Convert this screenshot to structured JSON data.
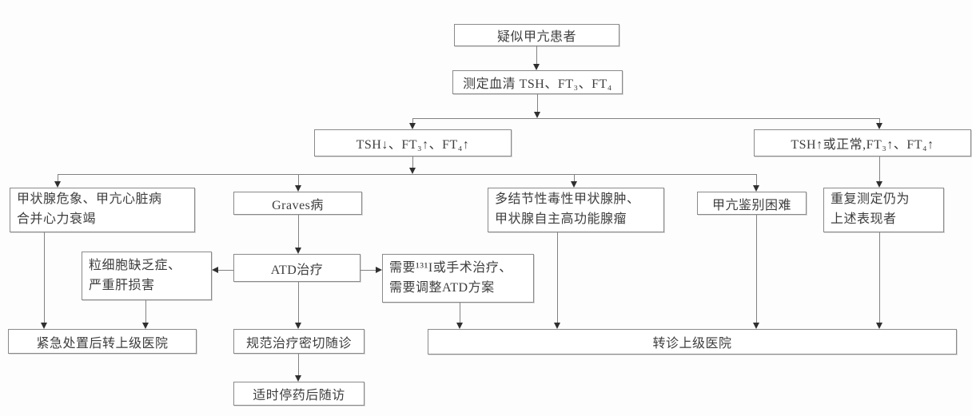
{
  "diagram": {
    "nodes": {
      "suspected": "疑似甲亢患者",
      "measure": "测定血清 TSH、FT₃、FT₄",
      "tsh_low": "TSH↓、FT₃↑、FT₄↑",
      "tsh_high": "TSH↑或正常,FT₃↑、FT₄↑",
      "crisis": "甲状腺危象、甲亢心脏病\n合并心力衰竭",
      "graves": "Graves病",
      "nodular": "多结节性毒性甲状腺肿、\n甲状腺自主高功能腺瘤",
      "difficult": "甲亢鉴别困难",
      "repeat_high": "重复测定仍为\n上述表现者",
      "agranulocytosis": "粒细胞缺乏症、\n严重肝损害",
      "atd": "ATD治疗",
      "need_i131": "需要¹³¹I或手术治疗、\n需要调整ATD方案",
      "emergency": "紧急处置后转上级医院",
      "standard_followup": "规范治疗密切随诊",
      "refer": "转诊上级医院",
      "stop_followup": "适时停药后随访"
    },
    "colors": {
      "box_border": "#8a8a8a",
      "text": "#3d3d3d",
      "line": "#828282",
      "arrow": "#2f2f2f",
      "background": "#fdfdfd"
    }
  }
}
